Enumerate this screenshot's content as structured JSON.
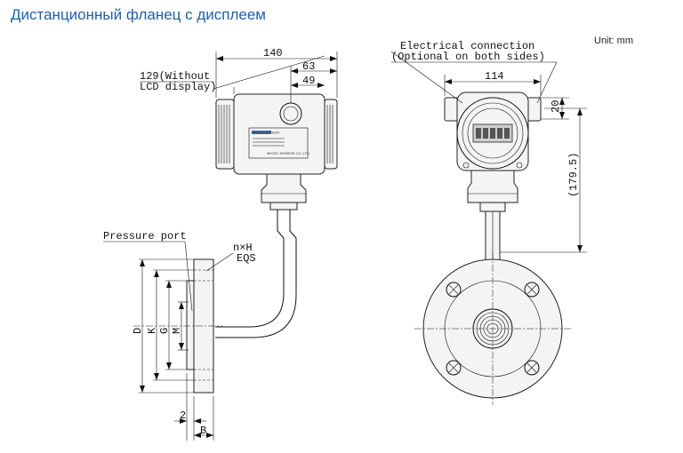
{
  "header": {
    "title": "Дистанционный фланец с дисплеем",
    "unit": "Unit: mm"
  },
  "side_view": {
    "dim_total_width": "140",
    "dim_without_lcd_line1": "129(Without",
    "dim_without_lcd_line2": "LCD display)",
    "dim_63": "63",
    "dim_49": "49",
    "pressure_port_label": "Pressure port",
    "holes_label_line1": "n×H",
    "holes_label_line2": "EQS",
    "dim_D": "D",
    "dim_K": "K",
    "dim_G": "G",
    "dim_M": "M",
    "dim_2": "2",
    "dim_B": "B",
    "nameplate_brand": "MICROSENSOR",
    "nameplate_maker": "MICRO SENSOR CO.,LTD."
  },
  "front_view": {
    "electrical_line1": "Electrical connection",
    "electrical_line2": "(Optional on both sides)",
    "dim_114": "114",
    "dim_20": "20",
    "dim_179_5": "(179.5)"
  }
}
